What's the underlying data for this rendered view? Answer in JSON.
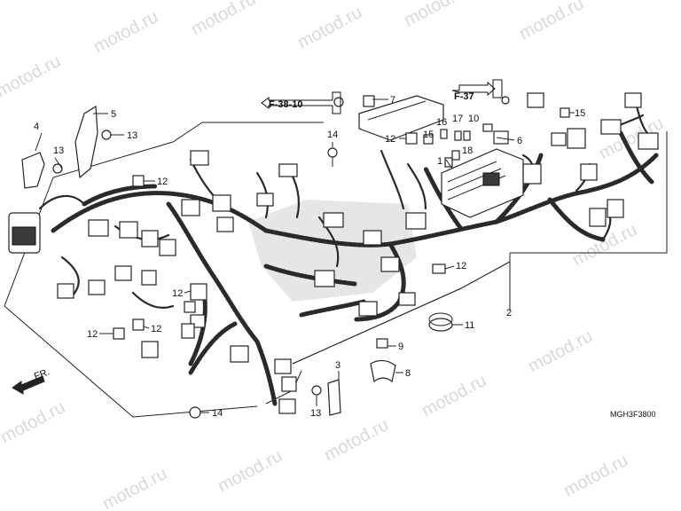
{
  "watermark": "motod.ru",
  "drawing_code": "MGH3F3800",
  "front_label": "FR.",
  "refs": {
    "f38": "F-38-10",
    "f37": "F-37"
  },
  "callouts": {
    "n1": "1",
    "n2": "2",
    "n3": "3",
    "n4": "4",
    "n5": "5",
    "n6": "6",
    "n7": "7",
    "n8": "8",
    "n9": "9",
    "n10": "10",
    "n11": "11",
    "n12": "12",
    "n13": "13",
    "n14": "14",
    "n15": "15",
    "n16": "16",
    "n17": "17",
    "n18": "18"
  }
}
